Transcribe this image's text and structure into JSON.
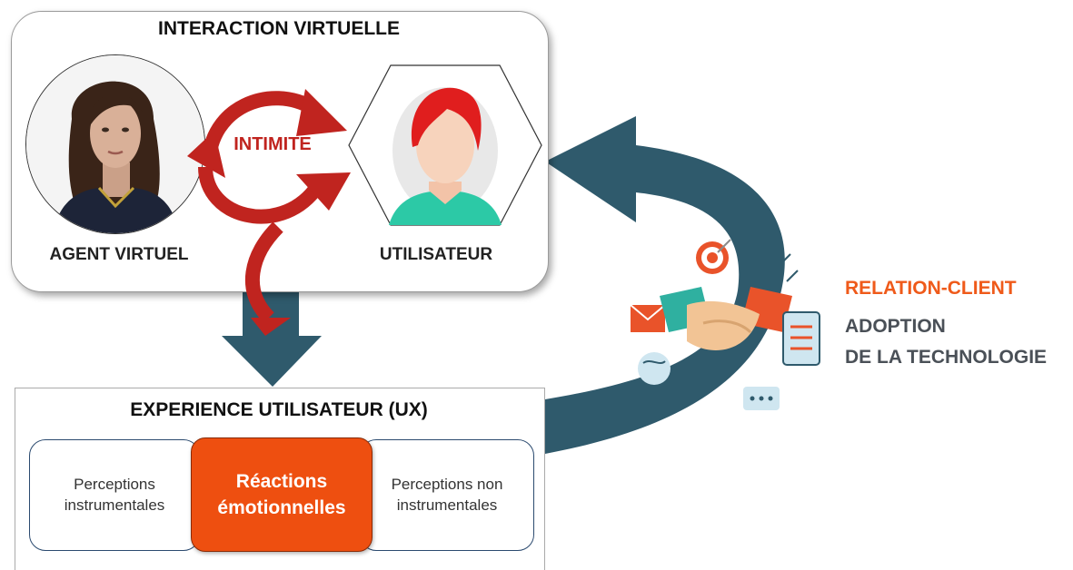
{
  "interaction": {
    "title": "INTERACTION VIRTUELLE",
    "agent_label": "AGENT VIRTUEL",
    "user_label": "UTILISATEUR",
    "cycle_label": "INTIMITE"
  },
  "ux": {
    "title": "EXPERIENCE UTILISATEUR (UX)",
    "left_box": "Perceptions\ninstrumentales",
    "middle_box": "Réactions\némotionnelles",
    "right_box": "Perceptions non\ninstrumentales"
  },
  "relation": {
    "title": "RELATION-CLIENT",
    "adoption_line1": "ADOPTION",
    "adoption_line2": "DE LA TECHNOLOGIE"
  },
  "colors": {
    "cycle_red": "#c0241f",
    "arrow_teal": "#2f5a6c",
    "accent_orange": "#ee4f10",
    "relation_orange": "#ef5a1a",
    "text_gray": "#4a5057"
  }
}
